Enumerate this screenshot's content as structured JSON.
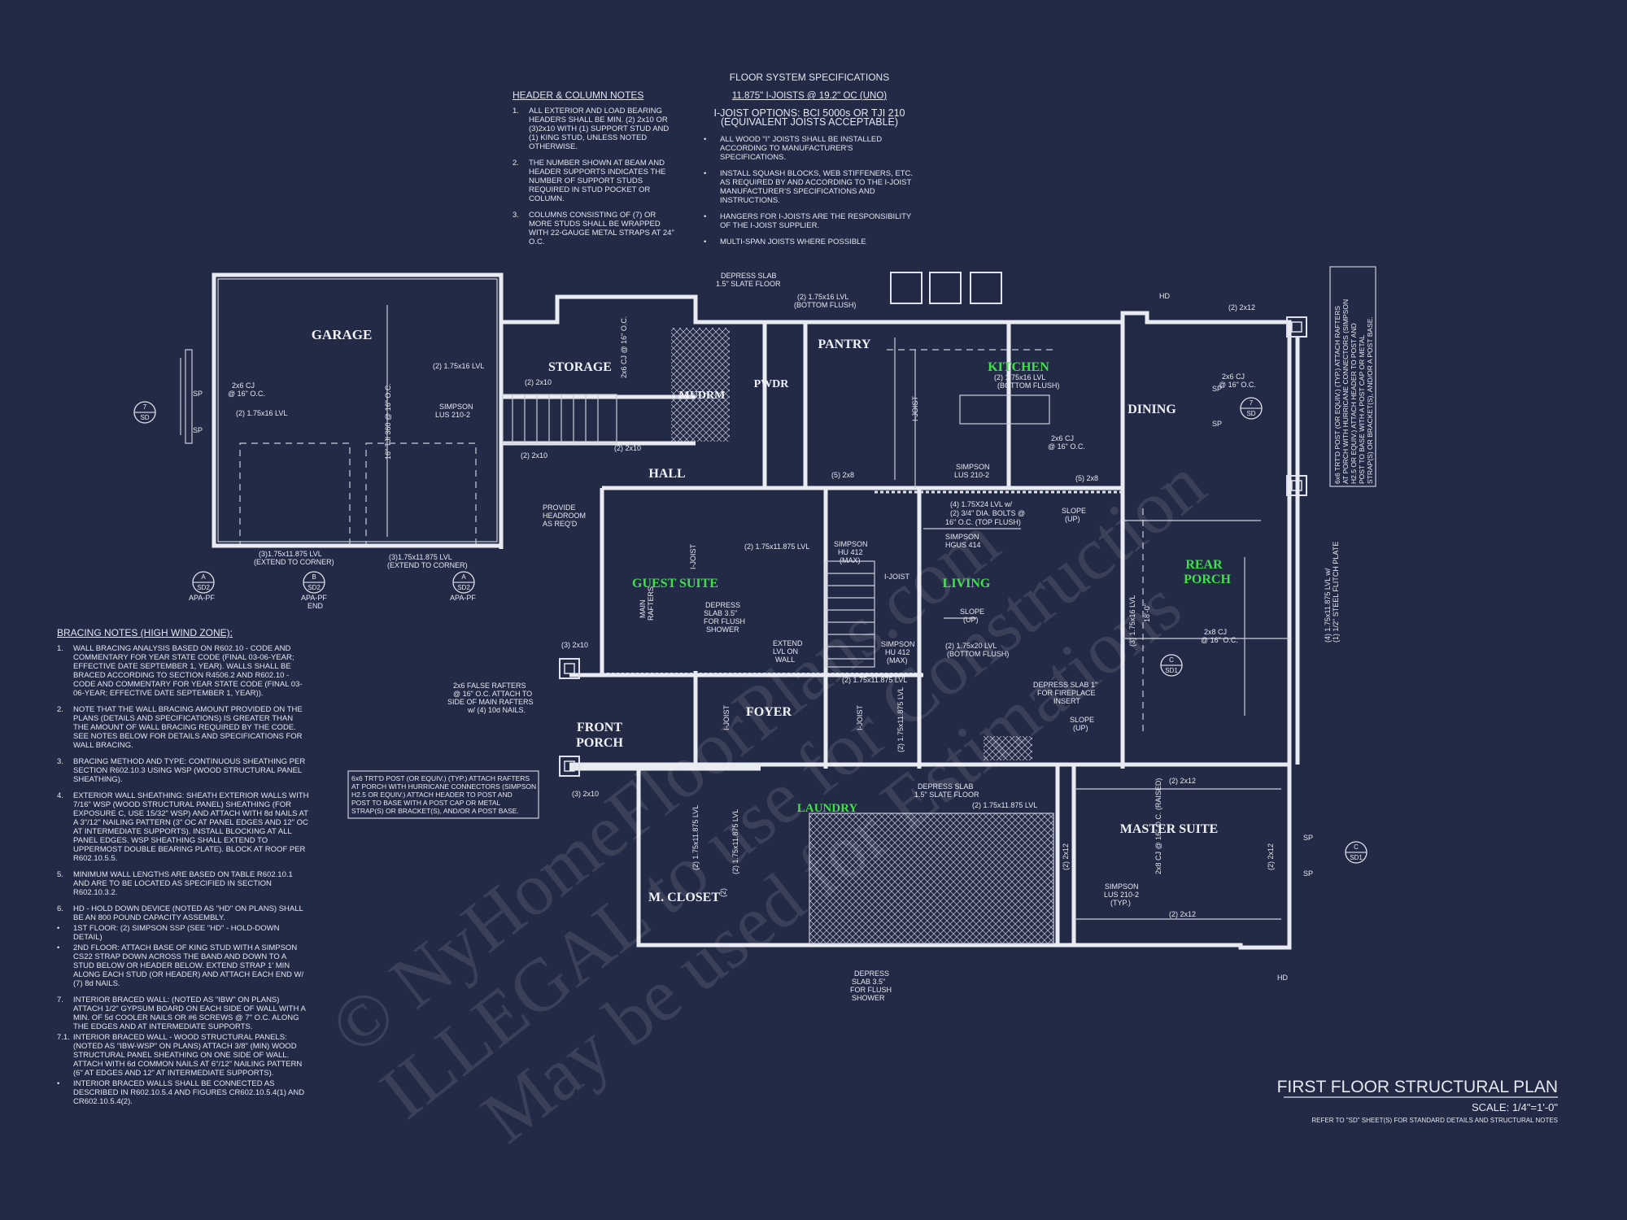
{
  "floor_specs": {
    "title": "FLOOR SYSTEM SPECIFICATIONS",
    "subtitle": "11.875\" I-JOISTS @ 19.2\" OC (UNO)",
    "options_line1": "I-JOIST OPTIONS: BCI 5000s OR TJI 210",
    "options_line2": "(EQUIVALENT JOISTS ACCEPTABLE)",
    "bullets": [
      "ALL WOOD \"I\" JOISTS SHALL BE INSTALLED ACCORDING TO MANUFACTURER'S SPECIFICATIONS.",
      "INSTALL SQUASH BLOCKS, WEB STIFFENERS, ETC. AS REQUIRED BY AND ACCORDING TO THE I-JOIST MANUFACTURER'S SPECIFICATIONS AND INSTRUCTIONS.",
      "HANGERS FOR I-JOISTS ARE THE RESPONSIBILITY OF THE I-JOIST SUPPLIER.",
      "MULTI-SPAN JOISTS WHERE POSSIBLE"
    ]
  },
  "header_notes": {
    "title": "HEADER & COLUMN NOTES",
    "items": [
      {
        "n": "1.",
        "text": "ALL EXTERIOR AND LOAD BEARING HEADERS SHALL BE MIN. (2) 2x10 OR (3)2x10 WITH (1) SUPPORT STUD AND (1) KING STUD, UNLESS NOTED OTHERWISE."
      },
      {
        "n": "2.",
        "text": "THE NUMBER SHOWN AT BEAM AND HEADER SUPPORTS INDICATES THE NUMBER OF SUPPORT STUDS REQUIRED IN STUD POCKET OR COLUMN."
      },
      {
        "n": "3.",
        "text": "COLUMNS CONSISTING OF (7) OR MORE STUDS SHALL BE WRAPPED WITH 22-GAUGE METAL STRAPS AT 24\" O.C."
      }
    ]
  },
  "bracing_notes": {
    "title": "BRACING NOTES (HIGH WIND ZONE):",
    "items": [
      {
        "n": "1.",
        "text": "WALL BRACING ANALYSIS BASED ON R602.10 - CODE AND COMMENTARY FOR YEAR STATE CODE (FINAL 03-06-YEAR; EFFECTIVE DATE SEPTEMBER 1, YEAR). WALLS SHALL BE BRACED ACCORDING TO SECTION R4506.2 AND R602.10 - CODE AND COMMENTARY FOR YEAR STATE CODE (FINAL 03-06-YEAR; EFFECTIVE DATE SEPTEMBER 1, YEAR))."
      },
      {
        "n": "2.",
        "text": "NOTE THAT THE WALL BRACING AMOUNT PROVIDED ON THE PLANS (DETAILS AND SPECIFICATIONS) IS GREATER THAN THE AMOUNT OF WALL BRACING REQUIRED BY THE CODE. SEE NOTES BELOW FOR DETAILS AND SPECIFICATIONS FOR WALL BRACING."
      },
      {
        "n": "3.",
        "text": "BRACING METHOD AND TYPE: CONTINUOUS SHEATHING PER SECTION R602.10.3 USING WSP (WOOD STRUCTURAL PANEL SHEATHING)."
      },
      {
        "n": "4.",
        "text": "EXTERIOR WALL SHEATHING: SHEATH EXTERIOR WALLS WITH 7/16\" WSP (WOOD STRUCTURAL PANEL) SHEATHING (FOR EXPOSURE C, USE 15/32\" WSP) AND ATTACH WITH 8d NAILS AT A 3\"/12\" NAILING PATTERN (3\" OC AT PANEL EDGES AND 12\" OC AT INTERMEDIATE SUPPORTS). INSTALL BLOCKING AT ALL PANEL EDGES. WSP SHEATHING SHALL EXTEND TO UPPERMOST DOUBLE BEARING PLATE). BLOCK AT ROOF PER R602.10.5.5."
      },
      {
        "n": "5.",
        "text": "MINIMUM WALL LENGTHS ARE BASED ON TABLE R602.10.1 AND ARE TO BE LOCATED AS SPECIFIED IN SECTION R602.10.3.2."
      },
      {
        "n": "6.",
        "text": "HD - HOLD DOWN DEVICE (NOTED AS \"HD\" ON PLANS) SHALL BE AN 800 POUND CAPACITY ASSEMBLY."
      },
      {
        "n": "•",
        "text": "1ST FLOOR: (2) SIMPSON SSP (SEE \"HD\" - HOLD-DOWN DETAIL)"
      },
      {
        "n": "•",
        "text": "2ND FLOOR: ATTACH BASE OF KING STUD WITH A SIMPSON CS22 STRAP DOWN ACROSS THE BAND AND DOWN TO A STUD BELOW OR HEADER BELOW. EXTEND STRAP 1' MIN ALONG EACH STUD (OR HEADER) AND ATTACH EACH END W/ (7) 8d NAILS."
      },
      {
        "n": "7.",
        "text": "INTERIOR BRACED WALL: (NOTED AS \"IBW\" ON PLANS) ATTACH 1/2\" GYPSUM BOARD ON EACH SIDE OF WALL WITH A MIN. OF 5d COOLER NAILS OR #6 SCREWS @ 7\" O.C. ALONG THE EDGES AND AT INTERMEDIATE SUPPORTS."
      },
      {
        "n": "7.1.",
        "text": "INTERIOR BRACED WALL - WOOD STRUCTURAL PANELS: (NOTED AS \"IBW-WSP\" ON PLANS) ATTACH 3/8\" (MIN) WOOD STRUCTURAL PANEL SHEATHING ON ONE SIDE OF WALL. ATTACH WITH 6d COMMON NAILS AT 6\"/12\" NAILING PATTERN (6\" AT EDGES AND 12\" AT INTERMEDIATE SUPPORTS)."
      },
      {
        "n": "•",
        "text": "INTERIOR BRACED WALLS SHALL BE CONNECTED AS DESCRIBED IN R602.10.5.4 AND FIGURES CR602.10.5.4(1) AND CR602.10.5.4(2)."
      }
    ]
  },
  "rooms": {
    "garage": "GARAGE",
    "storage": "STORAGE",
    "mudrm": "MUDRM",
    "pwdr": "PWDR",
    "pantry": "PANTRY",
    "kitchen": "KITCHEN",
    "dining": "DINING",
    "hall": "HALL",
    "guest_suite": "GUEST SUITE",
    "living": "LIVING",
    "rear_porch_1": "REAR",
    "rear_porch_2": "PORCH",
    "front_porch_1": "FRONT",
    "front_porch_2": "PORCH",
    "foyer": "FOYER",
    "laundry": "LAUNDRY",
    "master_suite": "MASTER SUITE",
    "m_closet": "M. CLOSET"
  },
  "plan_labels": {
    "depress_slab_top": [
      "DEPRESS SLAB",
      "1.5\" SLATE FLOOR"
    ],
    "lvl_bottom_flush": [
      "(2) 1.75x16 LVL",
      "(BOTTOM FLUSH)"
    ],
    "garage_lvl": "(2) 1.75x16 LVL",
    "garage_cj": [
      "2x6 CJ",
      "@ 16\" O.C."
    ],
    "garage_lvl2": "(2) 1.75x16 LVL",
    "tji": "16\" TJI 360 @ 16\" O.C.",
    "simpson_lus_g": [
      "SIMPSON",
      "LUS 210-2"
    ],
    "storage_2x10_a": "(2) 2x10",
    "storage_2x10_b": "(2) 2x10",
    "hall_2x10": "(2) 2x10",
    "cj_vert": "2x6 CJ @ 16\" O.C.",
    "headroom": [
      "PROVIDE",
      "HEADROOM",
      "AS REQ'D"
    ],
    "garage_lvl_left": [
      "(3)1.75x11.875 LVL",
      "(EXTEND TO CORNER)"
    ],
    "garage_lvl_right": [
      "(3)1.75x11.875 LVL",
      "(EXTEND TO CORNER)"
    ],
    "apa_pf_1": "APA-PF",
    "apa_pf_2": [
      "APA-PF",
      "END"
    ],
    "apa_pf_3": "APA-PF",
    "kitchen_lvl": [
      "(2) 1.75x16 LVL",
      "(BOTTOM FLUSH)"
    ],
    "kitchen_cj": [
      "2x6 CJ",
      "@ 16\" O.C."
    ],
    "simpson_lus_k": [
      "SIMPSON",
      "LUS 210-2"
    ],
    "dining_cj": [
      "2x6 CJ",
      "@ 16\" O.C."
    ],
    "dining_lvl": "(2) 1.75x11.875 LVL",
    "two_by_twelve_top": "(2) 2x12",
    "hd": "HD",
    "five_2x8_a": "(5) 2x8",
    "five_2x8_b": "(5) 2x8",
    "living_lvl": [
      "(4) 1.75X24 LVL w/",
      "(2) 3/4\" DIA. BOLTS @",
      "16\" O.C. (TOP FLUSH)"
    ],
    "simpson_hgus": [
      "SIMPSON",
      "HGUS 414"
    ],
    "slope_up_1": [
      "SLOPE",
      "(UP)"
    ],
    "slope_up_2": [
      "SLOPE",
      "(UP)"
    ],
    "slope_up_3": [
      "SLOPE",
      "(UP)"
    ],
    "dim_18": "18'-0\"",
    "rear_cj": [
      "2x8 CJ",
      "@ 16\" O.C."
    ],
    "rear_lvl_vert": "(3) 1.75x16 LVL",
    "guest_lvl": "(2) 1.75x11.875 LVL",
    "simpson_hu": [
      "SIMPSON",
      "HU 412",
      "(MAX)"
    ],
    "simpson_hu2": [
      "SIMPSON",
      "HU 412",
      "(MAX)"
    ],
    "depress_shower": [
      "DEPRESS",
      "SLAB 3.5\"",
      "FOR FLUSH",
      "SHOWER"
    ],
    "extend_lvl": [
      "EXTEND",
      "LVL ON",
      "WALL"
    ],
    "living_lvl2": [
      "(2) 1.75x20 LVL",
      "(BOTTOM FLUSH)"
    ],
    "foyer_lvl": "(2) 1.75x11.875 LVL",
    "three_2x10_a": "(3) 2x10",
    "three_2x10_b": "(3) 2x10",
    "false_rafters": [
      "2x6 FALSE RAFTERS",
      "@ 16\" O.C. ATTACH TO",
      "SIDE OF MAIN RAFTERS",
      "w/ (4) 10d NAILS."
    ],
    "main_rafters": [
      "MAIN",
      "RAFTERS"
    ],
    "fireplace": [
      "DEPRESS SLAB 1\"",
      "FOR FIREPLACE",
      "INSERT"
    ],
    "post_note": [
      "6x6 TRT'D POST (OR EQUIV.) (TYP.) ATTACH RAFTERS",
      "AT PORCH WITH HURRICANE CONNECTORS (SIMPSON",
      "H2.5 OR EQUIV.) ATTACH HEADER TO POST AND",
      "POST TO BASE WITH A POST CAP OR METAL",
      "STRAP(S) OR BRACKET(S), AND/OR A POST BASE."
    ],
    "right_post_note": [
      "6x6 TRT'D POST (OR EQUIV.) (TYP.) ATTACH RAFTERS",
      "AT PORCH WITH HURRICANE CONNECTORS (SIMPSON",
      "H2.5 OR EQUIV.) ATTACH HEADER TO POST AND",
      "POST TO BASE WITH A POST CAP OR METAL",
      "STRAP(S) OR BRACKET(S), AND/OR A POST BASE."
    ],
    "right_lvl": [
      "(4) 1.75x11.875 LVL w/",
      "(1) 1/2\" STEEL FLITCH PLATE"
    ],
    "laundry_slab": [
      "DEPRESS SLAB",
      "1.5\" SLATE FLOOR"
    ],
    "laundry_lvl": "(2) 1.75x11.875 LVL",
    "master_2x12_top": "(2) 2x12",
    "master_2x12_bot": "(2) 2x12",
    "master_2x12_l": "(2) 2x12",
    "master_2x12_r": "(2) 2x12",
    "master_cj": "2x8 CJ @ 16\" O.C. (RAISED)",
    "simpson_master": [
      "SIMPSON",
      "LUS 210-2",
      "(TYP.)"
    ],
    "closet_lvl_a": "(2) 1.75x11.875 LVL",
    "closet_lvl_b": "(2) 1.75x11.875 LVL",
    "closet_2": "(2)",
    "bottom_slab": [
      "DEPRESS",
      "SLAB 3.5\"",
      "FOR FLUSH",
      "SHOWER"
    ],
    "i_joist": "I-JOIST",
    "sp": "SP"
  },
  "callouts": [
    {
      "top": "7",
      "bottom": "SD"
    },
    {
      "top": "7",
      "bottom": "SD"
    },
    {
      "top": "A",
      "bottom": "SD2"
    },
    {
      "top": "B",
      "bottom": "SD2"
    },
    {
      "top": "A",
      "bottom": "SD2"
    },
    {
      "top": "C",
      "bottom": "SD1"
    },
    {
      "top": "C",
      "bottom": "SD1"
    }
  ],
  "title_block": {
    "title": "FIRST FLOOR STRUCTURAL PLAN",
    "scale": "SCALE: 1/4\"=1'-0\"",
    "refer": "REFER TO \"SD\" SHEET(S) FOR STANDARD DETAILS AND STRUCTURAL NOTES"
  },
  "watermark": {
    "line1": "© NyHomeFloorPlans.com",
    "line2": "ILLEGAL to use for Construction",
    "line3": "May be used for Estimations"
  },
  "colors": {
    "background": "#232a45",
    "line": "#e9ebf2",
    "room_highlight": "#3fe04a"
  }
}
